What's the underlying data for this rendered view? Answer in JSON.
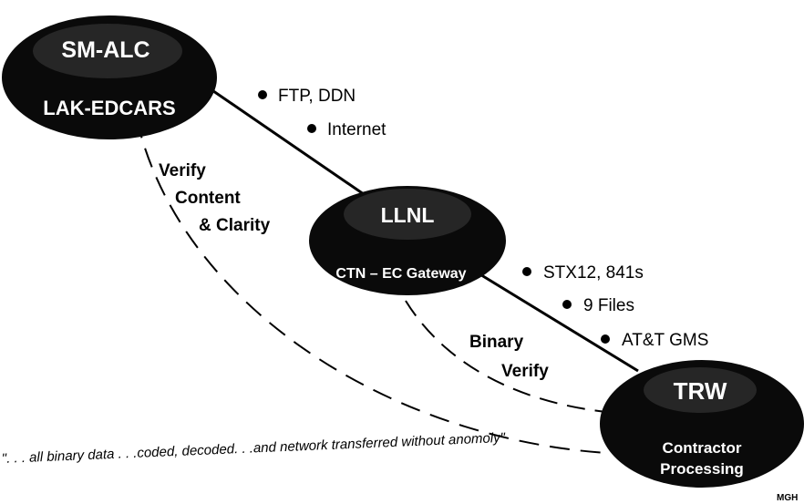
{
  "nodes": {
    "smalc": {
      "title": "SM-ALC",
      "subtitle": "LAK-EDCARS"
    },
    "llnl": {
      "title": "LLNL",
      "subtitle": "CTN – EC Gateway"
    },
    "trw": {
      "title": "TRW",
      "subtitle_line1": "Contractor",
      "subtitle_line2": "Processing"
    }
  },
  "links": {
    "smalc_llnl": {
      "bullets": [
        "FTP, DDN",
        "Internet"
      ]
    },
    "llnl_trw": {
      "bullets": [
        "STX12, 841s",
        "9 Files",
        "AT&T GMS"
      ]
    }
  },
  "verify_labels": {
    "content": [
      "Verify",
      "Content",
      "& Clarity"
    ],
    "binary": [
      "Binary",
      "Verify"
    ]
  },
  "caption": "\". . . all binary data . . .coded, decoded. . .and network transferred without anomoly\"",
  "corner_mark": "MGH",
  "colors": {
    "node_fill": "#0a0a0a",
    "line": "#000000",
    "text_light": "#ffffff"
  }
}
